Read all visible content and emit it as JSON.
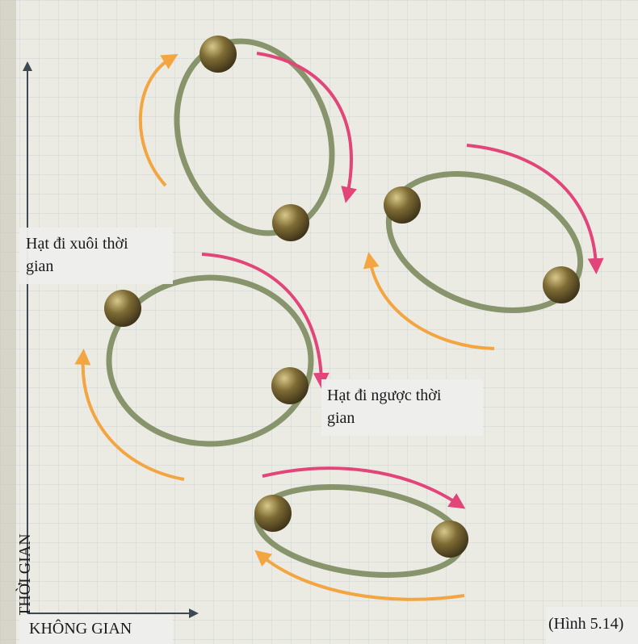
{
  "labels": {
    "forward_line1": "Hạt đi xuôi thời",
    "forward_line2": "gian",
    "backward_line1": "Hạt đi ngược thời",
    "backward_line2": "gian",
    "time_axis": "THỜI GIAN",
    "space_axis": "KHÔNG GIAN",
    "figure_caption": "(Hình 5.14)"
  },
  "colors": {
    "paper": "#ecebe3",
    "grid": "#c9d3d6",
    "loop": "#7c8b5e",
    "particle": "#6b5a2c",
    "forward_arrow": "#f2a541",
    "backward_arrow": "#e2457a",
    "axis": "#3d4a52"
  }
}
